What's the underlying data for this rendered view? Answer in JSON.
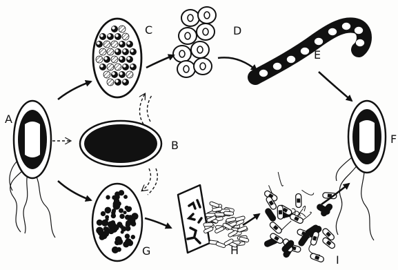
{
  "labels": {
    "a": "A",
    "b": "B",
    "c": "C",
    "d": "D",
    "e": "E",
    "f": "F",
    "g": "G",
    "h": "H",
    "i": "I"
  },
  "colors": {
    "ink": "#111111",
    "paper": "#fdfdfc"
  }
}
